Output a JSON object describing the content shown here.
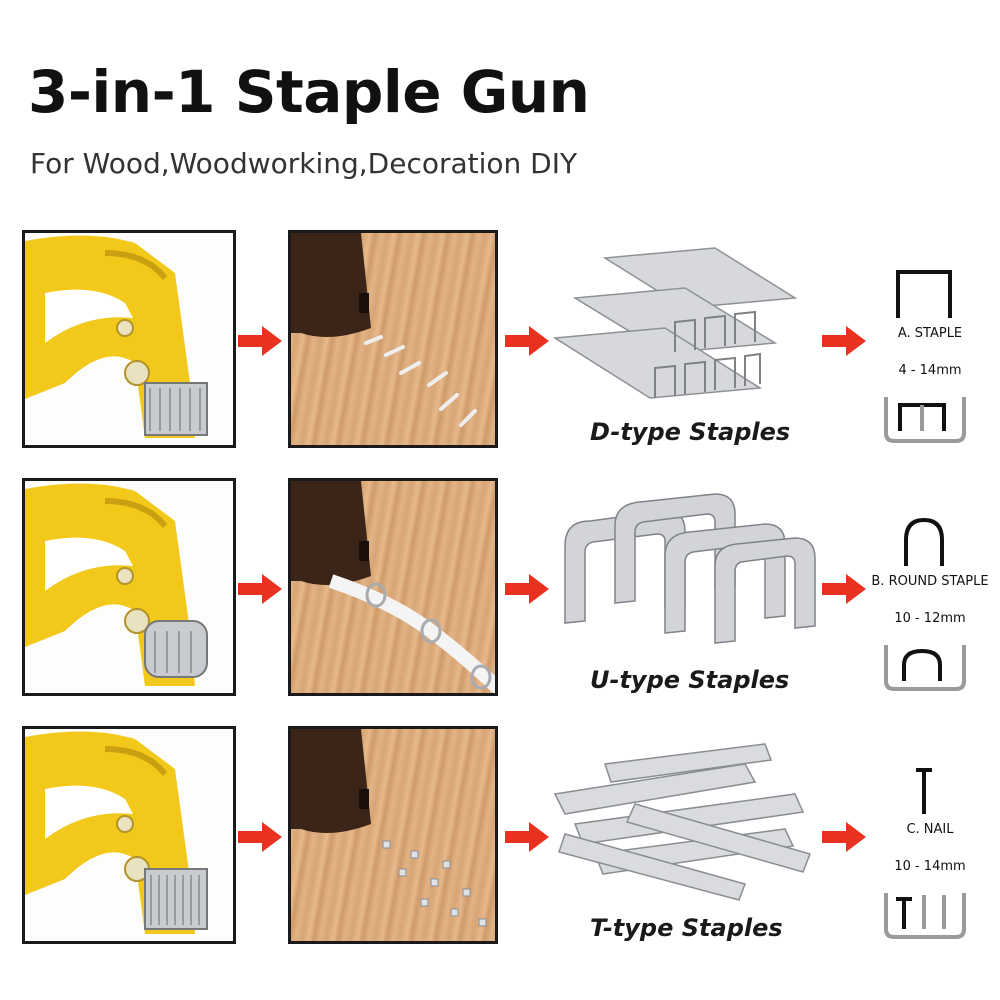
{
  "header": {
    "title": "3-in-1 Staple Gun",
    "subtitle": "For Wood,Woodworking,Decoration DIY"
  },
  "rows": [
    {
      "staples_label": "D-type Staples",
      "spec_name": "A. STAPLE",
      "spec_size": "4 - 14mm",
      "glyph": "square-staple-icon"
    },
    {
      "staples_label": "U-type Staples",
      "spec_name": "B. ROUND STAPLE",
      "spec_size": "10 - 12mm",
      "glyph": "round-staple-icon"
    },
    {
      "staples_label": "T-type Staples",
      "spec_name": "C. NAIL",
      "spec_size": "10 - 14mm",
      "glyph": "nail-icon"
    }
  ],
  "colors": {
    "arrow": "#e8321f",
    "gun_yellow": "#f2c81a",
    "steel": "#b9bcc0",
    "wood": "#dcaa7b"
  }
}
